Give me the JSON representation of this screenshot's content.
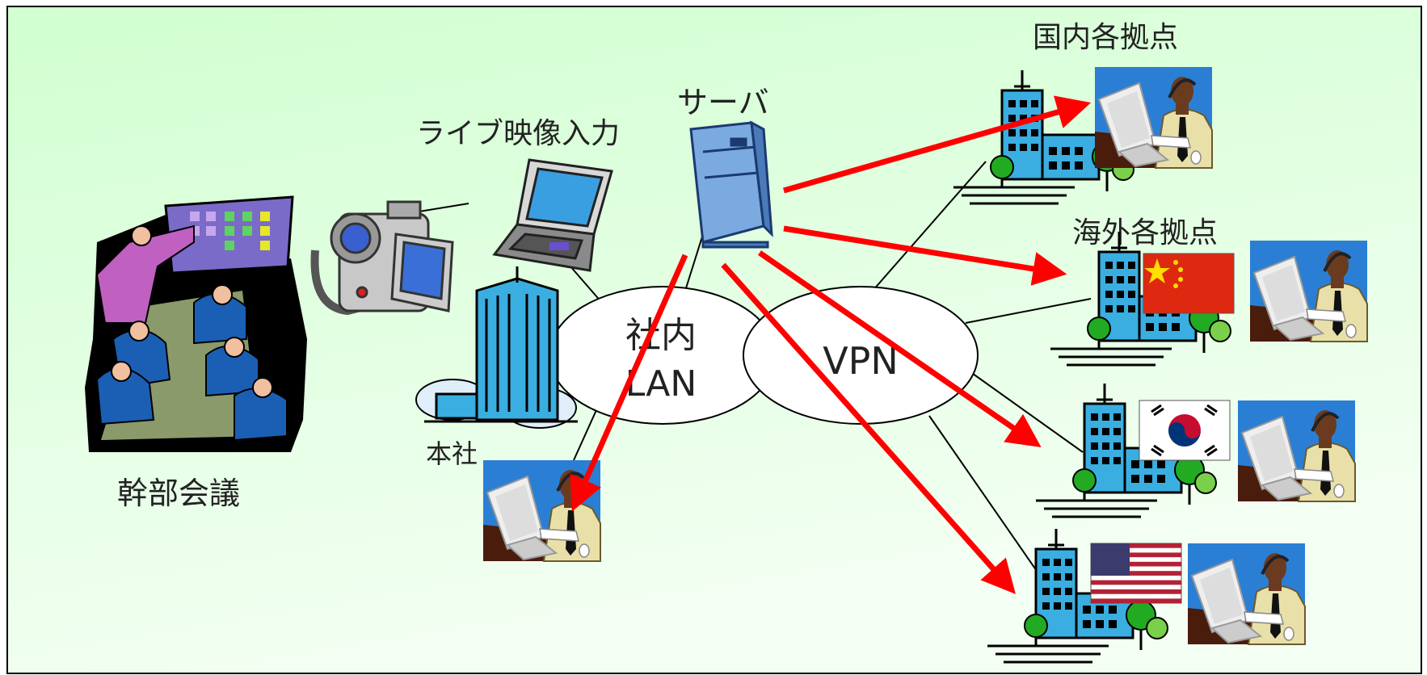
{
  "labels": {
    "meeting": "幹部会議",
    "live_video": "ライブ映像入力",
    "server": "サーバ",
    "hq": "本社",
    "lan_line1": "社内",
    "lan_line2": "LAN",
    "vpn": "VPN",
    "domestic": "国内各拠点",
    "overseas": "海外各拠点"
  },
  "colors": {
    "background_top": "#d0ffd0",
    "background_bottom": "#f4fff4",
    "arrow": "#ff0000",
    "building": "#3aaee0",
    "screen_bg": "#2a7fd4"
  },
  "icons": [
    "meeting-clipart-icon",
    "camcorder-icon",
    "laptop-icon",
    "server-tower-icon",
    "office-building-icon",
    "computer-user-icon",
    "china-flag-icon",
    "korea-flag-icon",
    "usa-flag-icon"
  ]
}
